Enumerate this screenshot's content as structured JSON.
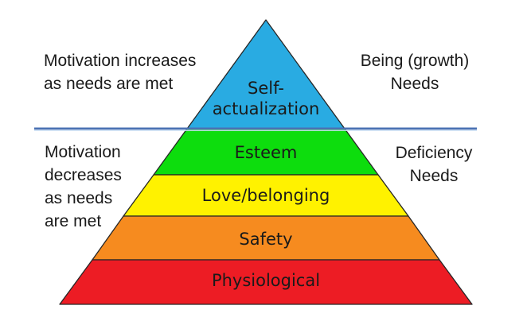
{
  "canvas": {
    "background": "#ffffff"
  },
  "divider": {
    "color": "#4a71b3",
    "glow_color": "#c9def2"
  },
  "annotations": {
    "top_left": {
      "lines": [
        "Motivation increases",
        "as needs are met"
      ]
    },
    "top_right": {
      "lines": [
        "Being (growth)",
        "Needs"
      ]
    },
    "bottom_left": {
      "lines": [
        "Motivation",
        "decreases",
        "as needs",
        "are met"
      ]
    },
    "bottom_right": {
      "lines": [
        "Deficiency",
        "Needs"
      ]
    }
  },
  "pyramid": {
    "outline_color": "#262626",
    "text_color": "#1a1a1a",
    "levels": [
      {
        "name": "self-actualization",
        "label": "Self-actualization",
        "label_line_1": "Self-",
        "label_line_2": "actualization",
        "color": "#29abe2"
      },
      {
        "name": "esteem",
        "label": "Esteem",
        "color": "#0ddd0d"
      },
      {
        "name": "love-belonging",
        "label": "Love/belonging",
        "color": "#fff200"
      },
      {
        "name": "safety",
        "label": "Safety",
        "color": "#f68b1f"
      },
      {
        "name": "physiological",
        "label": "Physiological",
        "color": "#ed1c24"
      }
    ]
  }
}
